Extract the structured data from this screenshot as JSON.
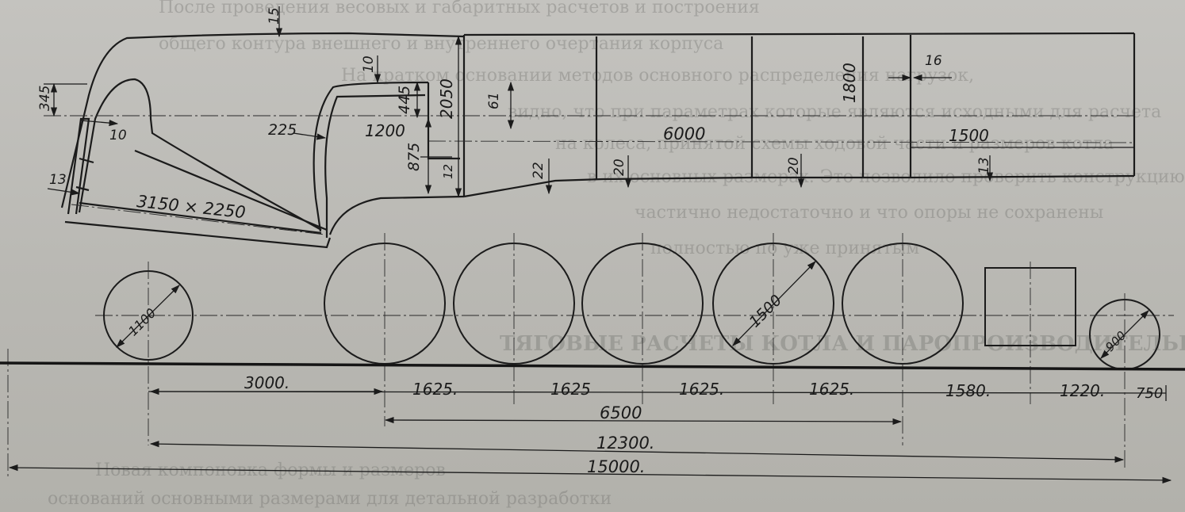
{
  "drawing": {
    "body_dimensions": {
      "top_offset": "15",
      "front_gap": "10",
      "inner_height": "445",
      "overall_height": "2050",
      "front_left": "345",
      "front_small": "10",
      "front_lower": "13",
      "step_height": "61",
      "step_depth": "225",
      "cab_length": "1200",
      "lower_height": "875",
      "clearance": "12",
      "wall_22": "22",
      "wall_20_a": "20",
      "wall_20_b": "20",
      "floor_13": "13",
      "body_length": "6000",
      "tank_height": "1800",
      "wall_16": "16",
      "rear_length": "1500",
      "boiler_size": "3150 × 2250"
    },
    "wheels": {
      "front_diameter": "1100",
      "drive_diameter": "1500",
      "rear_diameter": "900"
    },
    "spacing": {
      "s1": "3000.",
      "s2": "1625.",
      "s3": "1625",
      "s4": "1625.",
      "s5": "1625.",
      "s6": "1580.",
      "s7": "1220.",
      "s8": "750"
    },
    "totals": {
      "drive_group": "6500",
      "wheelbase": "12300.",
      "overall": "15000."
    }
  },
  "background_text": {
    "lines": [
      "После проведения весовых и габаритных расчетов и построения",
      "общего контура внешнего и внутреннего очертания корпуса",
      "На кратком основании методов основного распределения нагрузок,",
      "видно, что при параметрах которые являются исходными для расчета",
      "на колеса, принятой схемы ходовой части и размеров котла",
      "в их основных размерах. Это позволило проверить конструкцию",
      "частично недостаточно и что опоры не сохранены",
      "полностью по уже принятым",
      "Новая компоновка формы и размеров",
      "оснований основными размерами для детальной разработки"
    ],
    "heading": "ТЯГОВЫЕ РАСЧЕТЫ КОТЛА И ПАРОПРОИЗВОДИТЕЛЬНОСТЬ"
  }
}
